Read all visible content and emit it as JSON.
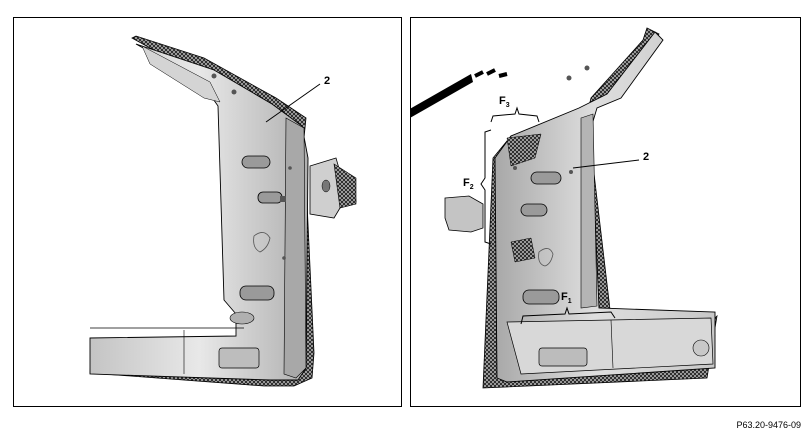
{
  "left_panel": {
    "callout_part": "2"
  },
  "right_panel": {
    "callout_part": "2",
    "callout_f1": "F",
    "callout_f1_sub": "1",
    "callout_f2": "F",
    "callout_f2_sub": "2",
    "callout_f3": "F",
    "callout_f3_sub": "3"
  },
  "figure_reference": "P63.20-9476-09",
  "colors": {
    "metal_light": "#e2e2e2",
    "metal_mid": "#c8c8c8",
    "metal_dark": "#9a9a9a",
    "hatch": "#1a1a1a",
    "line": "#000000"
  }
}
